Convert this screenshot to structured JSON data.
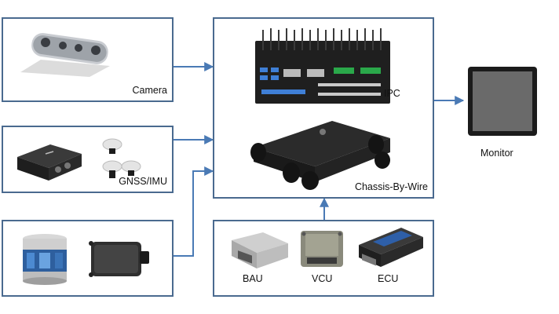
{
  "components": {
    "camera": {
      "label": "Camera"
    },
    "gnss_imu": {
      "label": "GNSS/IMU"
    },
    "ipc": {
      "label": "IPC"
    },
    "chassis": {
      "label": "Chassis-By-Wire"
    },
    "monitor": {
      "label": "Monitor"
    },
    "bau": {
      "label": "BAU"
    },
    "vcu": {
      "label": "VCU"
    },
    "ecu": {
      "label": "ECU"
    }
  },
  "colors": {
    "border": "#4a6a8f",
    "arrow": "#4a7ab5"
  }
}
